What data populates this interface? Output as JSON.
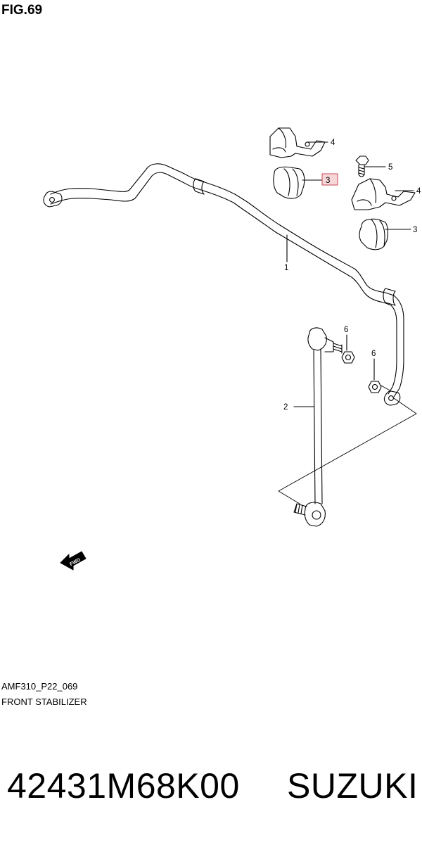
{
  "figure": {
    "title": "FIG.69"
  },
  "callouts": [
    {
      "id": "c-4a",
      "label": "4",
      "highlighted": false
    },
    {
      "id": "c-5",
      "label": "5",
      "highlighted": false
    },
    {
      "id": "c-3a",
      "label": "3",
      "highlighted": true
    },
    {
      "id": "c-4b",
      "label": "4",
      "highlighted": false
    },
    {
      "id": "c-3b",
      "label": "3",
      "highlighted": false
    },
    {
      "id": "c-1",
      "label": "1",
      "highlighted": false
    },
    {
      "id": "c-6a",
      "label": "6",
      "highlighted": false
    },
    {
      "id": "c-6b",
      "label": "6",
      "highlighted": false
    },
    {
      "id": "c-2",
      "label": "2",
      "highlighted": false
    }
  ],
  "fwd_arrow": {
    "label": "FWD",
    "icon": "fwd-arrow-icon"
  },
  "diagram_code": "AMF310_P22_069",
  "caption": "FRONT STABILIZER",
  "part_number": "42431M68K00",
  "brand": "SUZUKI",
  "colors": {
    "highlight_fill": "#f7d6d8",
    "highlight_border": "#c44a55",
    "line": "#000000"
  }
}
